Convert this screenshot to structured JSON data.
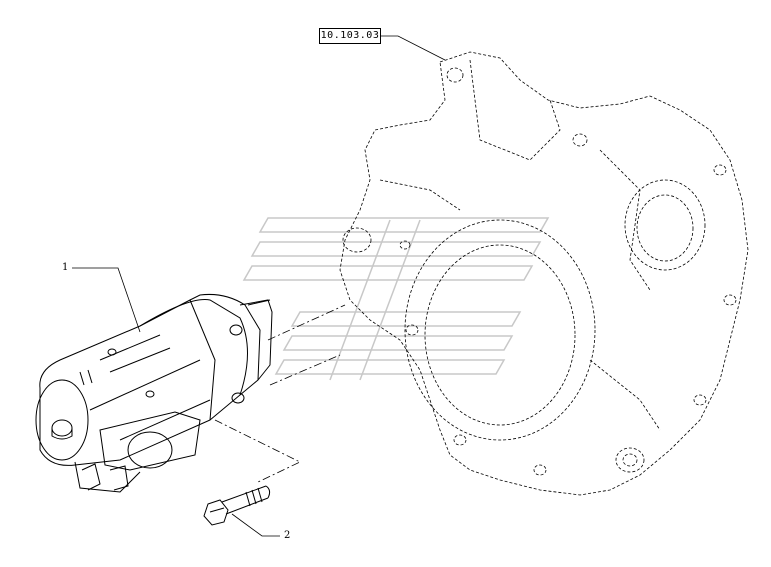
{
  "diagram": {
    "reference_label": "10.103.03",
    "callouts": [
      {
        "id": "1"
      },
      {
        "id": "2"
      }
    ],
    "colors": {
      "line": "#000000",
      "watermark": "#c8c8c8",
      "background": "#ffffff"
    }
  }
}
